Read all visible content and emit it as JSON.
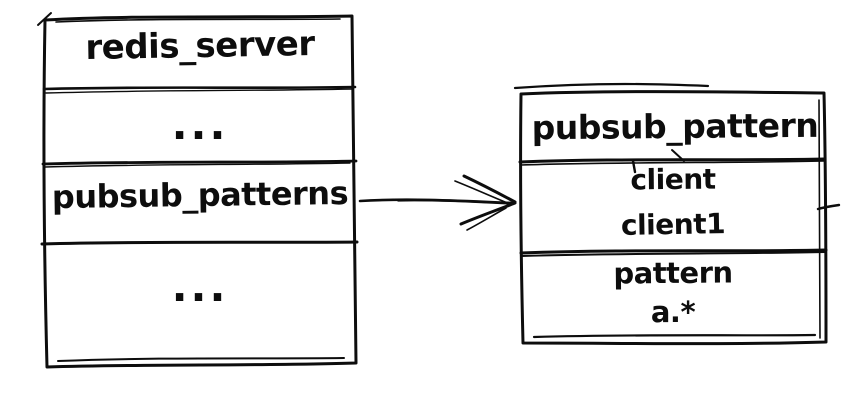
{
  "colors": {
    "ink": "#0d0d0d",
    "background": "#ffffff"
  },
  "left_box": {
    "title": "redis_server",
    "rows": [
      {
        "label": "..."
      },
      {
        "label": "pubsub_patterns"
      },
      {
        "label": "..."
      }
    ]
  },
  "right_box": {
    "title": "pubsub_pattern",
    "rows": [
      {
        "lines": [
          "client",
          "client1"
        ]
      },
      {
        "lines": [
          "pattern",
          "a.*"
        ]
      }
    ]
  },
  "arrow": {
    "source_label": "pubsub_patterns",
    "target_label": "pubsub_pattern"
  }
}
